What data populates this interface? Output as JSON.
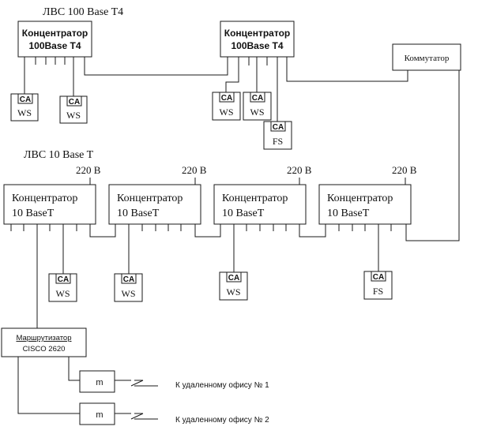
{
  "title_lan100": "ЛВС 100 Base T4",
  "title_lan10": "ЛВС 10 Base T",
  "hubs100": [
    {
      "line1": "Концентратор",
      "line2": "100Base T4"
    },
    {
      "line1": "Концентратор",
      "line2": "100Base T4"
    }
  ],
  "switch": {
    "label": "Коммутатор"
  },
  "hubs10": [
    {
      "line1": "Концентратор",
      "line2": "10 BaseT",
      "power": "220 В"
    },
    {
      "line1": "Концентратор",
      "line2": "10 BaseT",
      "power": "220 В"
    },
    {
      "line1": "Концентратор",
      "line2": "10 BaseT",
      "power": "220 В"
    },
    {
      "line1": "Концентратор",
      "line2": "10 BaseT",
      "power": "220 В"
    }
  ],
  "adapter_label": "CA",
  "nodes_top": [
    "WS",
    "WS",
    "WS",
    "WS",
    "FS"
  ],
  "nodes_bottom": [
    "WS",
    "WS",
    "WS",
    "FS"
  ],
  "router": {
    "line1": "Маршрутизатор",
    "line2": "CISCO 2620"
  },
  "modems": [
    {
      "label": "m",
      "target": "К удаленному офису № 1"
    },
    {
      "label": "m",
      "target": "К удаленному офису № 2"
    }
  ]
}
